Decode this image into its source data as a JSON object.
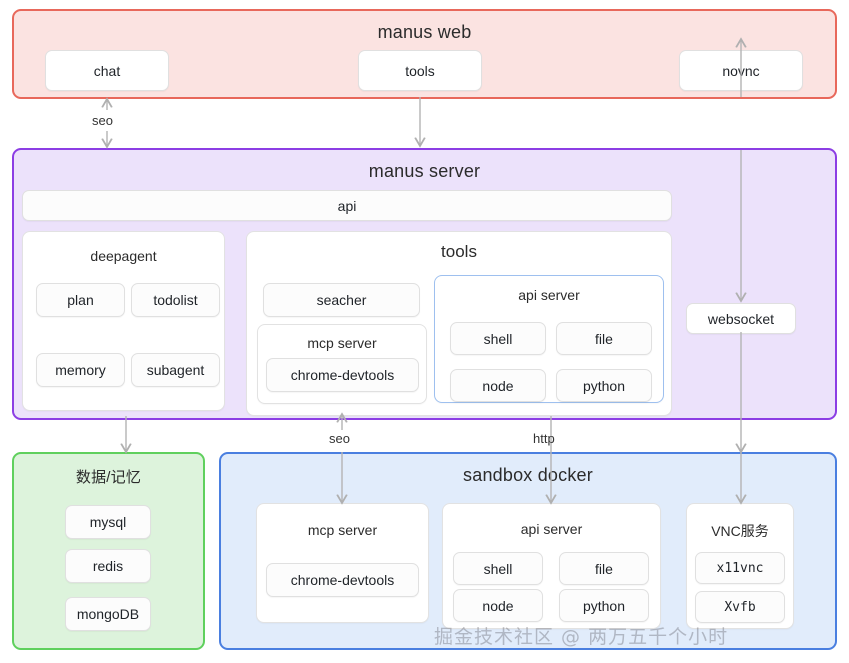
{
  "diagram": {
    "watermark": "掘金技术社区 @ 两万五千个小时",
    "groups": {
      "web": {
        "title": "manus web",
        "color": "#e8685b",
        "fill": "#fbe3e1",
        "items": [
          {
            "label": "chat"
          },
          {
            "label": "tools"
          },
          {
            "label": "novnc"
          }
        ]
      },
      "server": {
        "title": "manus server",
        "color": "#8c3ee4",
        "fill": "#ece2fb",
        "api": {
          "label": "api"
        },
        "websocket": {
          "label": "websocket"
        },
        "deepagent": {
          "title": "deepagent",
          "items": [
            "plan",
            "todolist",
            "memory",
            "subagent"
          ]
        },
        "tools": {
          "title": "tools",
          "seacher": "seacher",
          "mcp_server": {
            "title": "mcp server",
            "items": [
              "chrome-devtools"
            ]
          },
          "api_server": {
            "title": "api server",
            "items": [
              "shell",
              "file",
              "node",
              "python"
            ]
          }
        }
      },
      "data": {
        "title": "数据/记忆",
        "color": "#5fd05d",
        "fill": "#ddf3dc",
        "items": [
          "mysql",
          "redis",
          "mongoDB"
        ]
      },
      "sandbox": {
        "title": "sandbox docker",
        "color": "#4a7fe0",
        "fill": "#e1ecfb",
        "mcp_server": {
          "title": "mcp server",
          "items": [
            "chrome-devtools"
          ]
        },
        "api_server": {
          "title": "api server",
          "items": [
            "shell",
            "file",
            "node",
            "python"
          ]
        },
        "vnc": {
          "title": "VNC服务",
          "items": [
            "x11vnc",
            "Xvfb"
          ]
        }
      }
    },
    "edges": [
      {
        "label": "seo"
      },
      {
        "label": "seo"
      },
      {
        "label": "http"
      }
    ]
  }
}
